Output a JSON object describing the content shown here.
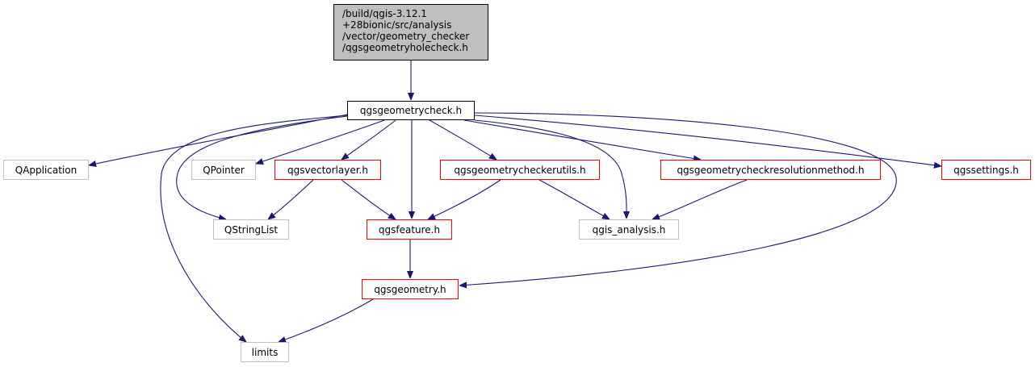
{
  "diagram": {
    "type": "include-dependency-graph",
    "edge_color": "#191970",
    "root": {
      "lines": [
        "/build/qgis-3.12.1",
        "+28bionic/src/analysis",
        "/vector/geometry_checker",
        "/qgsgeometryholecheck.h"
      ],
      "fill": "#bfbfbf"
    },
    "nodes": {
      "qgsgeometrycheck": {
        "label": "qgsgeometrycheck.h",
        "style": "main"
      },
      "qapplication": {
        "label": "QApplication",
        "style": "external"
      },
      "qpointer": {
        "label": "QPointer",
        "style": "external"
      },
      "qgsvectorlayer": {
        "label": "qgsvectorlayer.h",
        "style": "linked"
      },
      "qgsgeometrycheckerutils": {
        "label": "qgsgeometrycheckerutils.h",
        "style": "linked"
      },
      "qgsgeometrycheckresolutionmethod": {
        "label": "qgsgeometrycheckresolutionmethod.h",
        "style": "linked"
      },
      "qgssettings": {
        "label": "qgssettings.h",
        "style": "linked"
      },
      "qstringlist": {
        "label": "QStringList",
        "style": "external"
      },
      "qgsfeature": {
        "label": "qgsfeature.h",
        "style": "linked"
      },
      "qgis_analysis": {
        "label": "qgis_analysis.h",
        "style": "external"
      },
      "qgsgeometry": {
        "label": "qgsgeometry.h",
        "style": "linked"
      },
      "limits": {
        "label": "limits",
        "style": "external"
      }
    },
    "edges": [
      [
        "root",
        "qgsgeometrycheck"
      ],
      [
        "qgsgeometrycheck",
        "qapplication"
      ],
      [
        "qgsgeometrycheck",
        "qpointer"
      ],
      [
        "qgsgeometrycheck",
        "qgsvectorlayer"
      ],
      [
        "qgsgeometrycheck",
        "qgsgeometrycheckerutils"
      ],
      [
        "qgsgeometrycheck",
        "qgsgeometrycheckresolutionmethod"
      ],
      [
        "qgsgeometrycheck",
        "qgssettings"
      ],
      [
        "qgsgeometrycheck",
        "qstringlist"
      ],
      [
        "qgsgeometrycheck",
        "qgsfeature"
      ],
      [
        "qgsgeometrycheck",
        "qgis_analysis"
      ],
      [
        "qgsgeometrycheck",
        "qgsgeometry"
      ],
      [
        "qgsgeometrycheck",
        "limits"
      ],
      [
        "qgsvectorlayer",
        "qstringlist"
      ],
      [
        "qgsvectorlayer",
        "qgsfeature"
      ],
      [
        "qgsgeometrycheckerutils",
        "qgsfeature"
      ],
      [
        "qgsgeometrycheckerutils",
        "qgis_analysis"
      ],
      [
        "qgsgeometrycheckresolutionmethod",
        "qgis_analysis"
      ],
      [
        "qgsfeature",
        "qgsgeometry"
      ],
      [
        "qgsgeometry",
        "limits"
      ]
    ]
  }
}
